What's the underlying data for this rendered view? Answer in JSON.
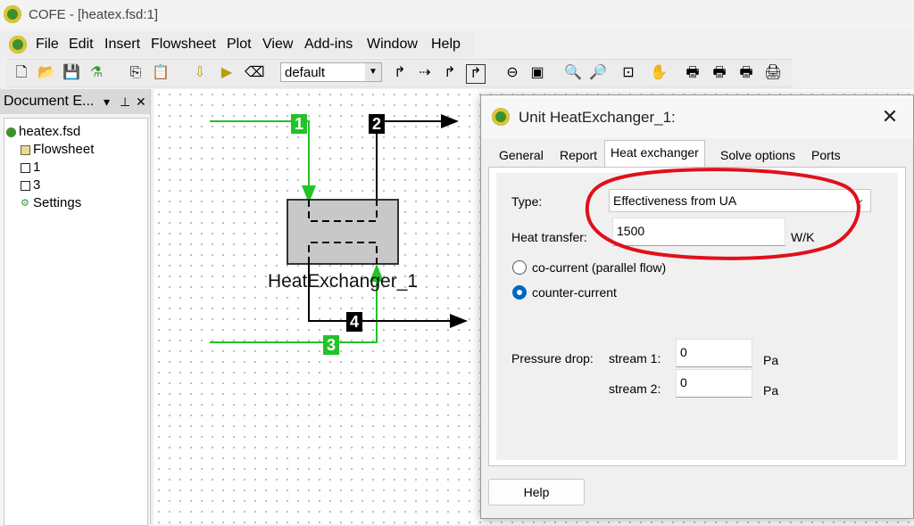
{
  "window": {
    "title": "COFE - [heatex.fsd:1]"
  },
  "menu": [
    "File",
    "Edit",
    "Insert",
    "Flowsheet",
    "Plot",
    "View",
    "Add-ins",
    "Window",
    "Help"
  ],
  "toolbar": {
    "config_value": "default"
  },
  "doc_panel": {
    "title": "Document E...",
    "tree": [
      "heatex.fsd",
      "Flowsheet",
      "1",
      "3",
      "Settings"
    ]
  },
  "flowsheet": {
    "unit_label": "HeatExchanger_1",
    "streams": [
      "1",
      "2",
      "3",
      "4"
    ],
    "colors": {
      "feed": "#22c22a",
      "product": "#000000",
      "unit_fill": "#c8c8c8"
    }
  },
  "dialog": {
    "title": "Unit HeatExchanger_1:",
    "close": "✕",
    "tabs": [
      "General",
      "Report",
      "Heat exchanger",
      "Solve options",
      "Ports"
    ],
    "active_tab": "Heat exchanger",
    "type_label": "Type:",
    "type_value": "Effectiveness from UA",
    "heat_label": "Heat transfer:",
    "heat_value": "1500",
    "heat_unit": "W/K",
    "radio1": "co-current (parallel flow)",
    "radio2": "counter-current",
    "selected_flow": "counter-current",
    "pd_label": "Pressure drop:",
    "s1_label": "stream 1:",
    "s1_value": "0",
    "s1_unit": "Pa",
    "s2_label": "stream 2:",
    "s2_value": "0",
    "s2_unit": "Pa",
    "help": "Help"
  },
  "annotation_color": "#e0101a"
}
